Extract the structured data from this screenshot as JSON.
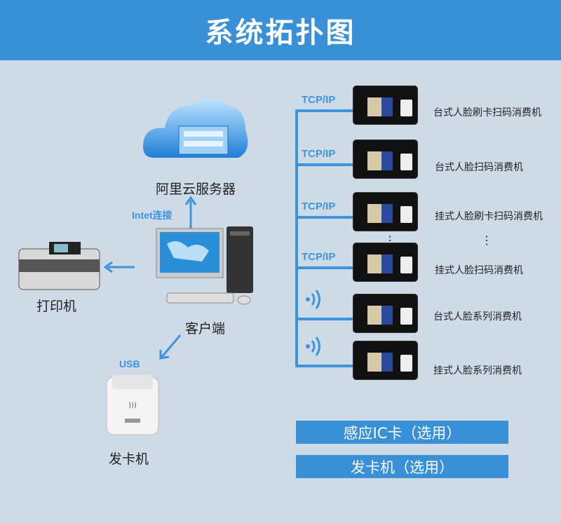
{
  "title": "系统拓扑图",
  "left": {
    "cloud_label": "阿里云服务器",
    "connection_label": "Intet连接",
    "client_label": "客户端",
    "printer_label": "打印机",
    "usb_label": "USB",
    "card_issuer_label": "发卡机"
  },
  "devices": [
    {
      "link": "TCP/IP",
      "label": "台式人脸刷卡扫码消费机"
    },
    {
      "link": "TCP/IP",
      "label": "台式人脸扫码消费机"
    },
    {
      "link": "TCP/IP",
      "label": "挂式人脸刷卡扫码消费机"
    },
    {
      "link": "TCP/IP",
      "label": "挂式人脸扫码消费机"
    },
    {
      "link": "wifi",
      "label": "台式人脸系列消费机"
    },
    {
      "link": "wifi",
      "label": "挂式人脸系列消费机"
    }
  ],
  "ellipsis": "⋮",
  "options": [
    "感应IC卡（选用）",
    "发卡机（选用）"
  ],
  "colors": {
    "accent": "#3990d6",
    "background": "#cedbe7"
  }
}
